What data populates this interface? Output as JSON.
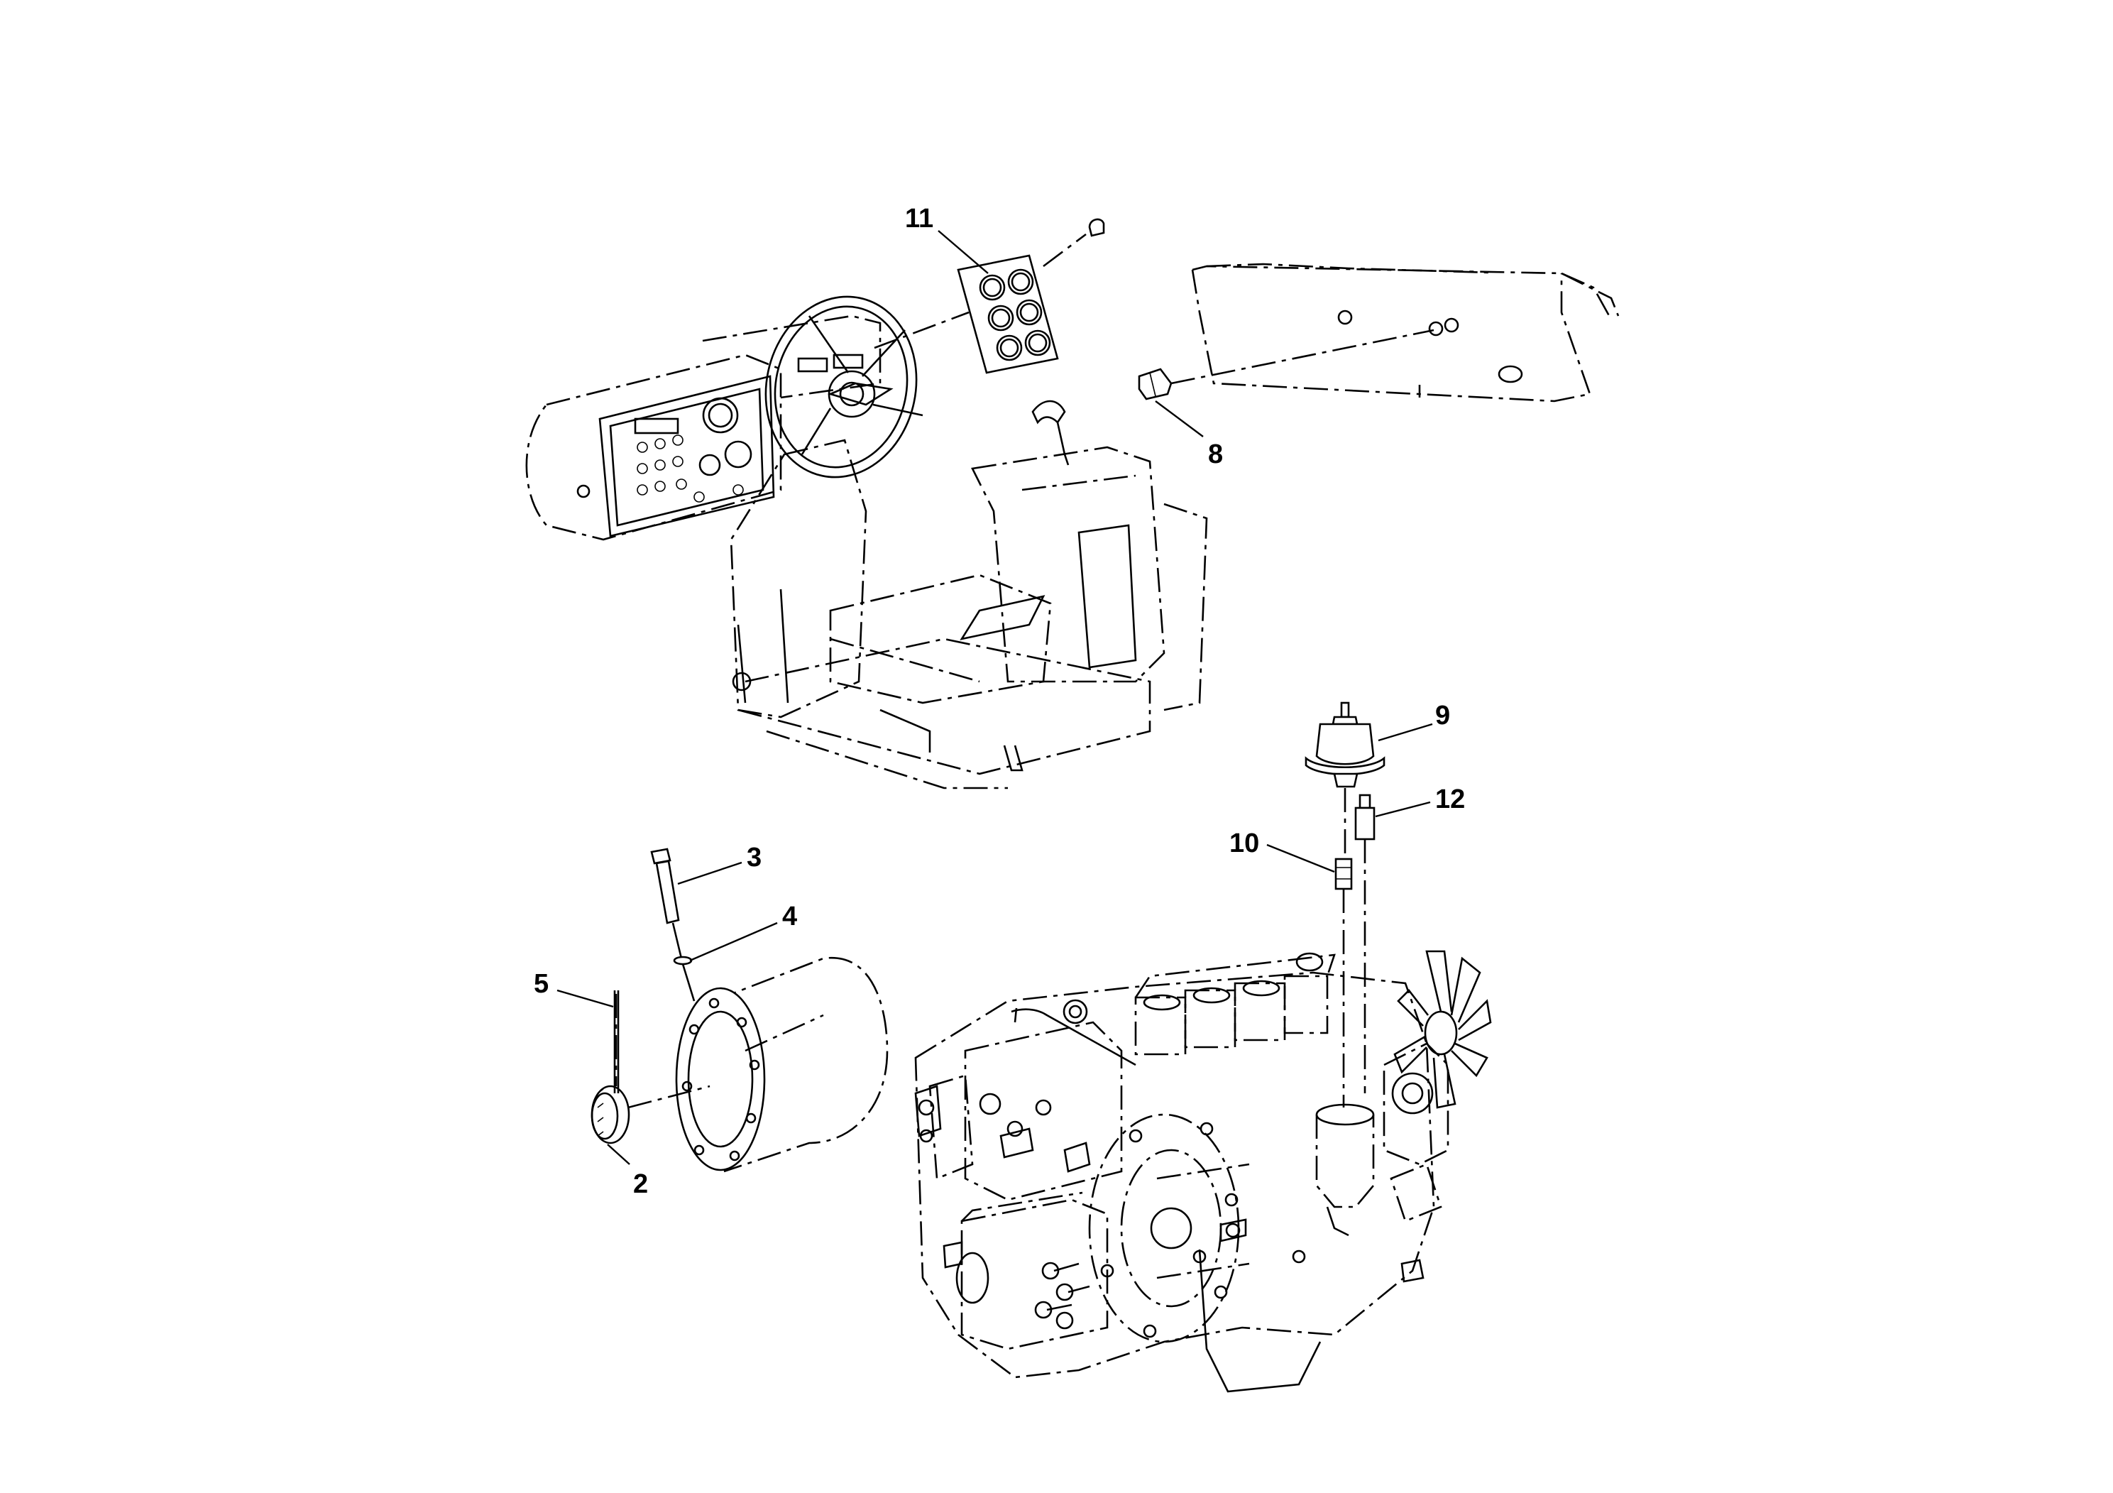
{
  "callouts": {
    "c2": "2",
    "c3": "3",
    "c4": "4",
    "c5": "5",
    "c8": "8",
    "c9": "9",
    "c10": "10",
    "c11": "11",
    "c12": "12"
  }
}
